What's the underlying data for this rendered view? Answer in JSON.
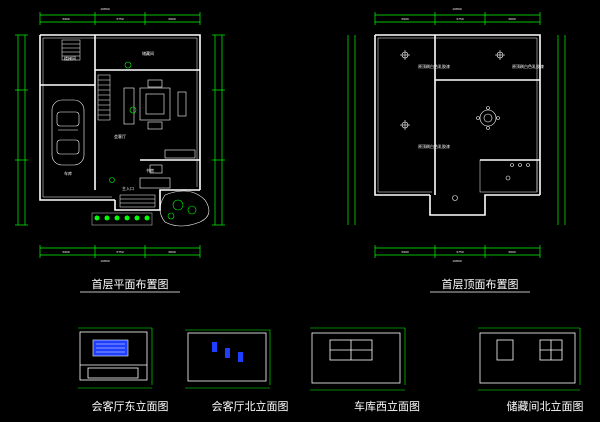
{
  "drawings": [
    {
      "id": "ground-floor-plan",
      "title": "首层平面布置图"
    },
    {
      "id": "ground-floor-ceiling-plan",
      "title": "首层顶面布置图"
    },
    {
      "id": "living-room-east-elevation",
      "title": "会客厅东立面图"
    },
    {
      "id": "living-room-north-elevation",
      "title": "会客厅北立面图"
    },
    {
      "id": "garage-west-elevation",
      "title": "车库西立面图"
    },
    {
      "id": "storage-north-elevation",
      "title": "储藏间北立面图"
    }
  ],
  "floor_plan": {
    "rooms": [
      {
        "id": "stair-room",
        "label": "楼梯间"
      },
      {
        "id": "storage",
        "label": "储藏间"
      },
      {
        "id": "living-room",
        "label": "会客厅"
      },
      {
        "id": "garage",
        "label": "车库"
      },
      {
        "id": "entrance",
        "label": "主入口"
      },
      {
        "id": "study",
        "label": "书房"
      }
    ],
    "dims_top": [
      "3900",
      "3750",
      "3600"
    ],
    "dims_bottom": [
      "3900",
      "3750",
      "3600"
    ],
    "dim_overall": "10800"
  },
  "ceiling_plan": {
    "notes": [
      "原顶刷白色乳胶漆",
      "原顶刷白色乳胶漆",
      "原顶刷白色乳胶漆"
    ],
    "dims_top": [
      "3900",
      "3750",
      "3600"
    ],
    "dims_bottom": [
      "3900",
      "3750",
      "3600"
    ],
    "dim_overall": "10800"
  },
  "colors": {
    "background": "#000000",
    "wall": "#ffffff",
    "dimension": "#00ff00",
    "plant": "#00ff00",
    "furniture": "#ffffff",
    "accent_blue": "#1f3fff",
    "title_text": "#ffffff"
  }
}
